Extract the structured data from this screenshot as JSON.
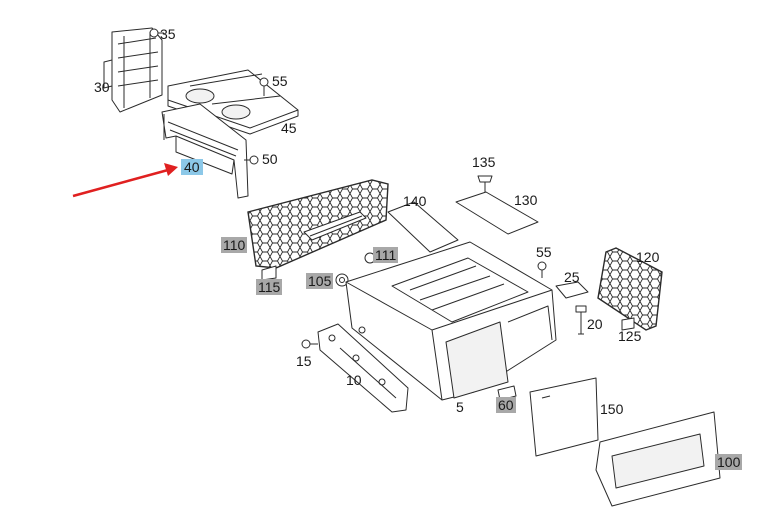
{
  "diagram": {
    "labels": {
      "l35": "35",
      "l30": "30",
      "l55a": "55",
      "l45": "45",
      "l50": "50",
      "l40": "40",
      "l140": "140",
      "l135": "135",
      "l130": "130",
      "l110": "110",
      "l111": "111",
      "l115": "115",
      "l105": "105",
      "l55b": "55",
      "l25": "25",
      "l120": "120",
      "l20": "20",
      "l125": "125",
      "l15": "15",
      "l10": "10",
      "l5": "5",
      "l60": "60",
      "l150": "150",
      "l100": "100"
    },
    "colors": {
      "line": "#2b2b2b",
      "arrow": "#e02020",
      "label_gray_bg": "#a8a8a8",
      "label_blue_bg": "#8cc8e8"
    },
    "icons": {
      "arrow": "red-pointer-arrow",
      "mesh": "hexagon-mesh-grille"
    }
  }
}
